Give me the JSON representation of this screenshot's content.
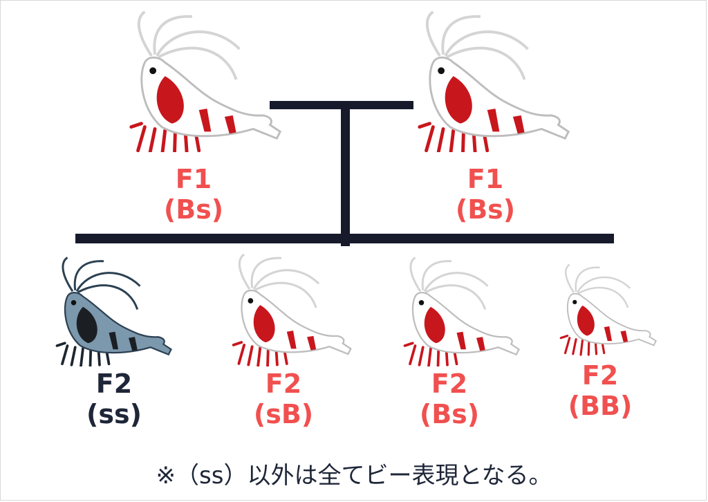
{
  "parents": [
    {
      "gen": "F1",
      "genotype": "(Bs)",
      "variant": "red-white"
    },
    {
      "gen": "F1",
      "genotype": "(Bs)",
      "variant": "red-white"
    }
  ],
  "offspring": [
    {
      "gen": "F2",
      "genotype": "(ss)",
      "variant": "blue-black"
    },
    {
      "gen": "F2",
      "genotype": "(sB)",
      "variant": "red-white"
    },
    {
      "gen": "F2",
      "genotype": "(Bs)",
      "variant": "red-white"
    },
    {
      "gen": "F2",
      "genotype": "(BB)",
      "variant": "red-white"
    }
  ],
  "note": "※（ss）以外は全てビー表現となる。",
  "colors": {
    "red": "#f0504f",
    "dark": "#1e2638",
    "line": "#161a2b",
    "shrimp_red": "#c8161d",
    "shrimp_blue": "#5b7488"
  }
}
